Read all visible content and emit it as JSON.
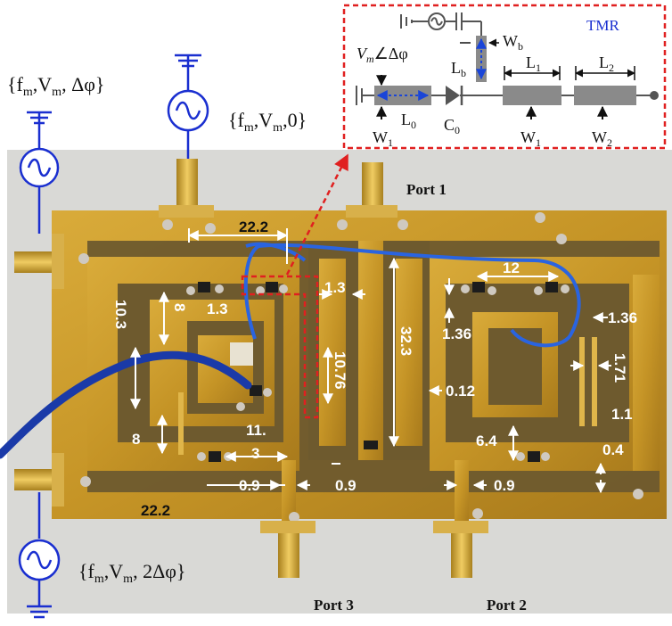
{
  "ports": {
    "port1": "Port 1",
    "port2": "Port 2",
    "port3": "Port 3"
  },
  "sources": {
    "top_left": {
      "open": "{f",
      "m1": "m",
      "mid": ",V",
      "m2": "m",
      "tail": ", Δφ}"
    },
    "top_center": {
      "open": "{f",
      "m1": "m",
      "mid": ",V",
      "m2": "m",
      "tail": ",0}"
    },
    "bottom_left": {
      "open": "{f",
      "m1": "m",
      "mid": ",V",
      "m2": "m",
      "tail": ", 2Δφ}"
    }
  },
  "dimensions": {
    "d_22_2_top": "22.2",
    "d_22_2_bottom": "22.2",
    "d_10_3": "10.3",
    "d_8_top": "8",
    "d_8_bottom": "8",
    "d_1_3_left": "1.3",
    "d_1_3_mid": "1.3",
    "d_10_76": "10.76",
    "d_11": "11.",
    "d_3": "3",
    "d_0_9_left": "0.9",
    "d_0_9_mid": "0.9",
    "d_0_9_right": "0.9",
    "d_32_3": "32.3",
    "d_0_12": "0.12",
    "d_12": "12",
    "d_1_36_right": "1.36",
    "d_1_36_mid": "1.36",
    "d_1_71": "1.71",
    "d_1_1": "1.1",
    "d_6_4": "6.4",
    "d_0_4": "0.4"
  },
  "inset": {
    "title": "TMR",
    "vm": "V",
    "vm_sub": "m",
    "angle": "∠Δφ",
    "wb": "W",
    "wb_sub": "b",
    "lb": "L",
    "lb_sub": "b",
    "l0": "L",
    "l0_sub": "0",
    "c0": "C",
    "c0_sub": "0",
    "w1_left": "W",
    "w1_left_sub": "1",
    "w1_mid": "W",
    "w1_mid_sub": "1",
    "w2": "W",
    "w2_sub": "2",
    "l1": "L",
    "l1_sub": "1",
    "l2": "L",
    "l2_sub": "2"
  },
  "colors": {
    "board": "#c89a2a",
    "substrate": "#6e5a2e",
    "inset_border": "#e02020",
    "cable": "#1a45d8",
    "tmr_text": "#1a2fd0"
  }
}
